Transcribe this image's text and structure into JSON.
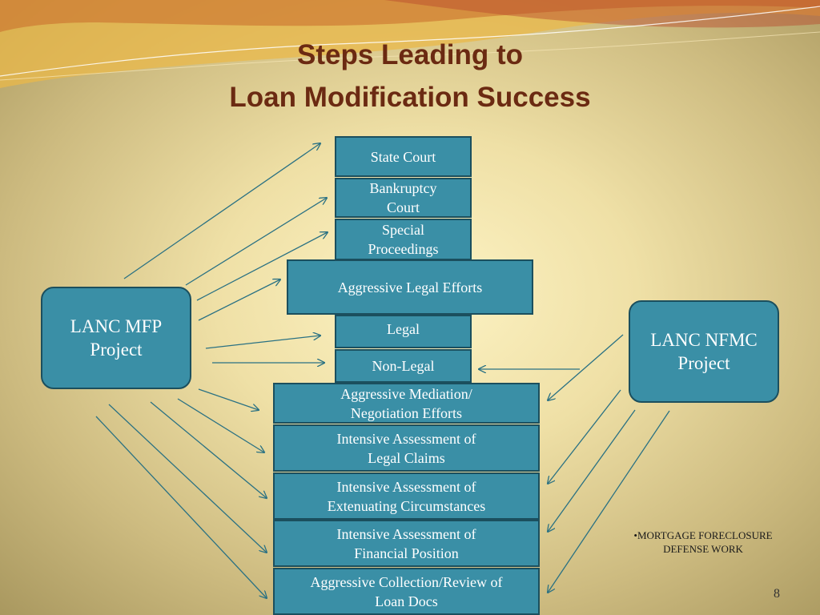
{
  "title": {
    "line1": "Steps Leading to",
    "line2": "Loan Modification Success"
  },
  "left_project": {
    "label": "LANC MFP\nProject"
  },
  "right_project": {
    "label": "LANC NFMC\nProject"
  },
  "steps": {
    "state_court": "State Court",
    "bankruptcy_court": "Bankruptcy\nCourt",
    "special_proceedings": "Special\nProceedings",
    "aggressive_legal_efforts": "Aggressive Legal Efforts",
    "legal": "Legal",
    "non_legal": "Non-Legal",
    "aggressive_mediation": "Aggressive Mediation/\nNegotiation Efforts",
    "assessment_legal_claims": "Intensive Assessment of\nLegal Claims",
    "assessment_extenuating": "Intensive Assessment of\nExtenuating Circumstances",
    "assessment_financial": "Intensive Assessment of\nFinancial Position",
    "collection_review": "Aggressive Collection/Review of\nLoan Docs"
  },
  "note": {
    "line1": "•MORTGAGE FORECLOSURE",
    "line2": "DEFENSE WORK"
  },
  "page_number": "8",
  "colors": {
    "box_fill": "#3a8fa6",
    "box_border": "#1b4f5e",
    "arrow": "#2a7183",
    "title": "#6b2a12"
  }
}
